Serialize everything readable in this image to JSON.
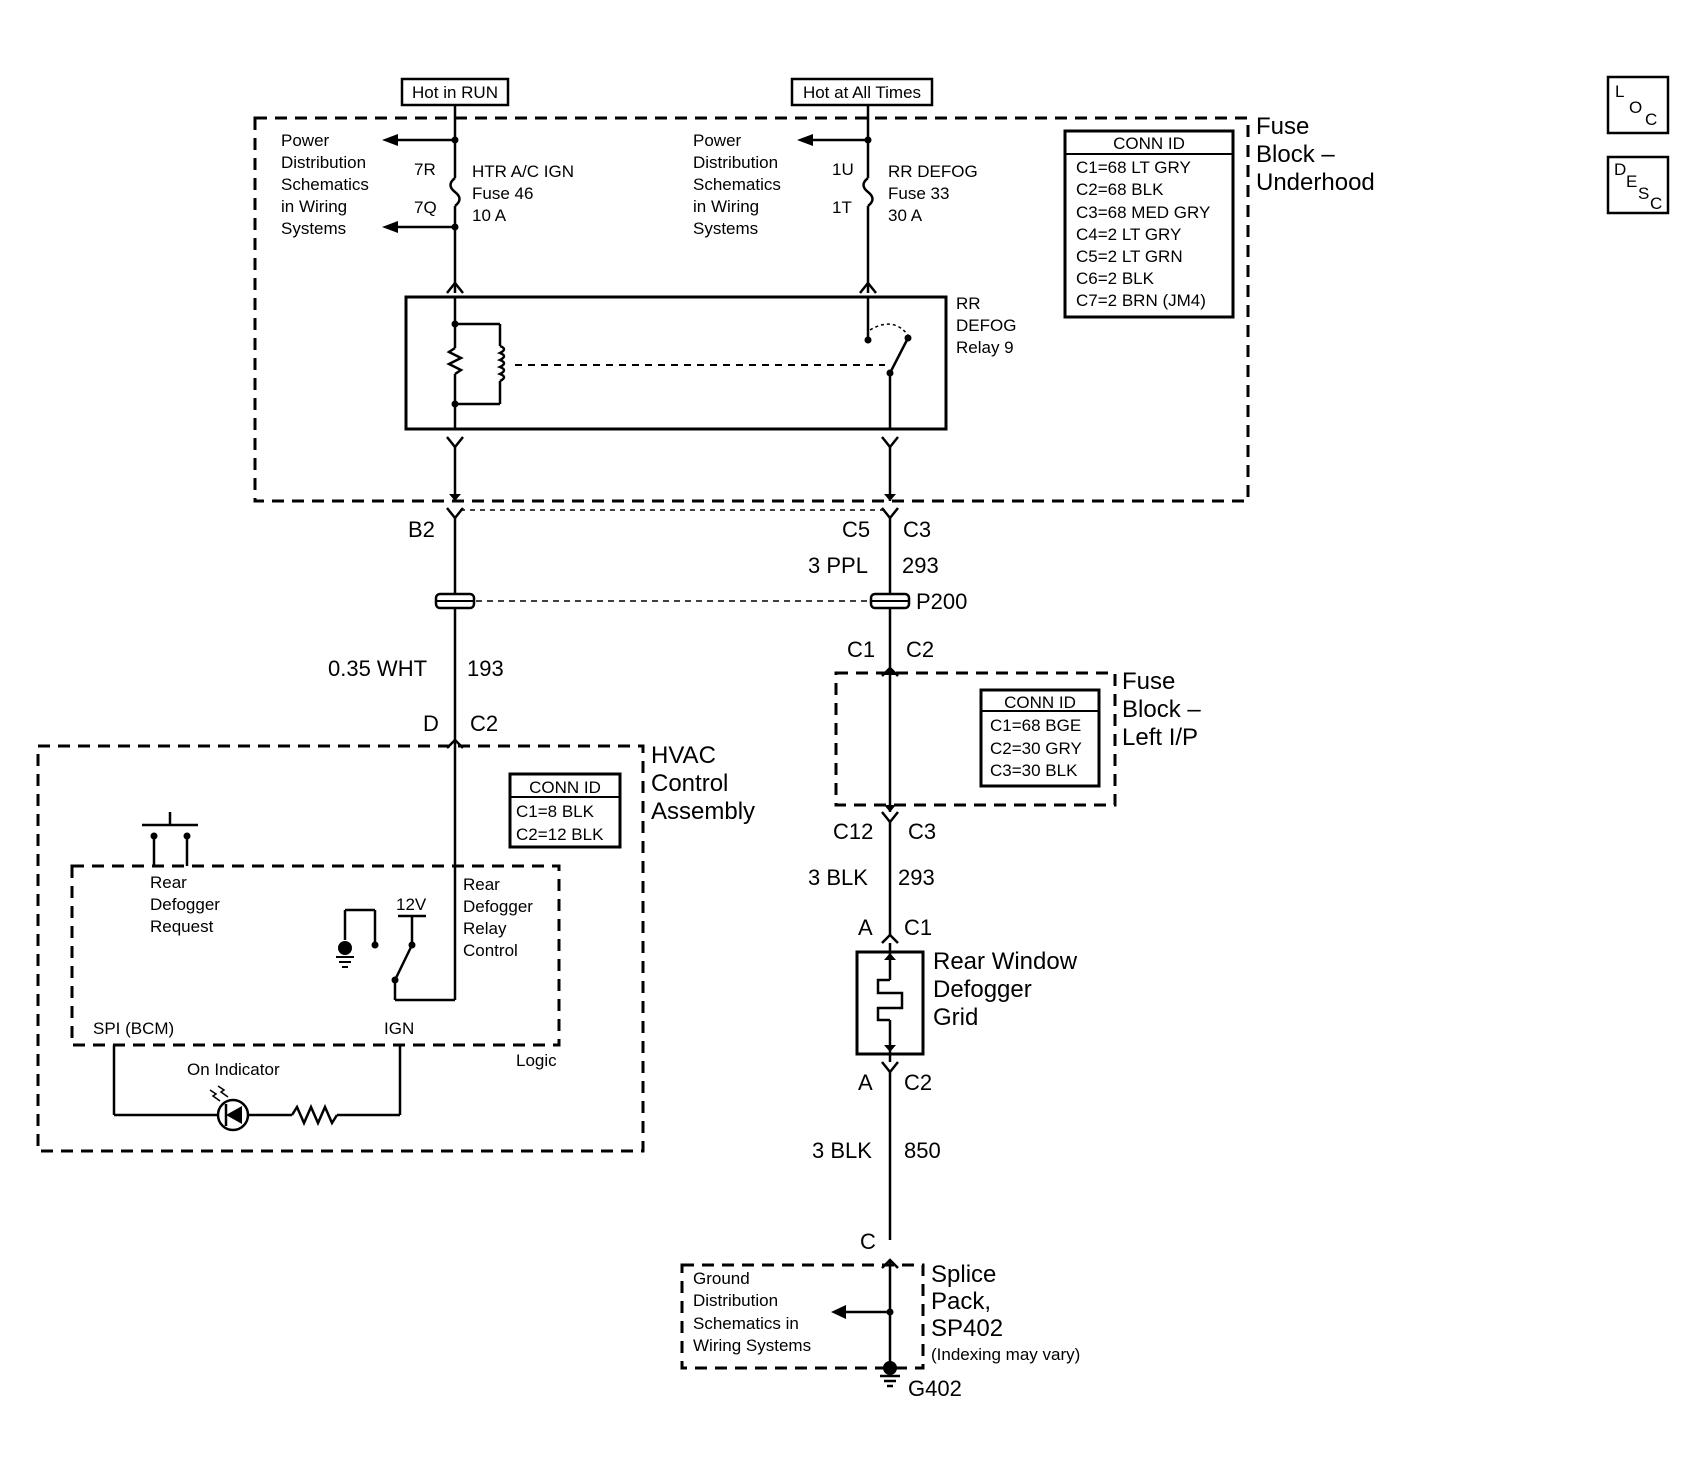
{
  "supply": {
    "hot_run": "Hot in RUN",
    "hot_all": "Hot at All Times"
  },
  "fuse_block_underhood": {
    "title": [
      "Fuse",
      "Block –",
      "Underhood"
    ],
    "conn_id_title": "CONN ID",
    "conn_ids": [
      "C1=68 LT GRY",
      "C2=68 BLK",
      "C3=68 MED GRY",
      "C4=2 LT GRY",
      "C5=2 LT GRN",
      "C6=2 BLK",
      "C7=2 BRN (JM4)"
    ],
    "power_dist_left": [
      "Power",
      "Distribution",
      "Schematics",
      "in Wiring",
      "Systems"
    ],
    "power_dist_right": [
      "Power",
      "Distribution",
      "Schematics",
      "in Wiring",
      "Systems"
    ],
    "fuse46": {
      "pin_top": "7R",
      "pin_bottom": "7Q",
      "name": "HTR A/C IGN",
      "fuse": "Fuse 46",
      "rating": "10 A"
    },
    "fuse33": {
      "pin_top": "1U",
      "pin_bottom": "1T",
      "name": "RR DEFOG",
      "fuse": "Fuse 33",
      "rating": "30 A"
    },
    "relay": [
      "RR",
      "DEFOG",
      "Relay 9"
    ]
  },
  "wires": {
    "b2": "B2",
    "c5": "C5",
    "c3": "C3",
    "w3ppl": "3 PPL",
    "w293a": "293",
    "p200": "P200",
    "c1": "C1",
    "c2": "C2",
    "w035wht": "0.35 WHT",
    "w193": "193",
    "d": "D",
    "c2b": "C2",
    "c12": "C12",
    "c3b": "C3",
    "w3blk": "3 BLK",
    "w293b": "293",
    "a1": "A",
    "c1b": "C1",
    "a2": "A",
    "c2c": "C2",
    "w3blk2": "3 BLK",
    "w850": "850",
    "c": "C",
    "g402": "G402"
  },
  "fuse_block_left": {
    "title": [
      "Fuse",
      "Block –",
      "Left I/P"
    ],
    "conn_id_title": "CONN ID",
    "conn_ids": [
      "C1=68 BGE",
      "C2=30 GRY",
      "C3=30 BLK"
    ]
  },
  "hvac": {
    "title": [
      "HVAC",
      "Control",
      "Assembly"
    ],
    "conn_id_title": "CONN ID",
    "conn_ids": [
      "C1=8 BLK",
      "C2=12 BLK"
    ],
    "rear_defogger_request": [
      "Rear",
      "Defogger",
      "Request"
    ],
    "rear_defogger_relay_control": [
      "Rear",
      "Defogger",
      "Relay",
      "Control"
    ],
    "v12": "12V",
    "spi": "SPI (BCM)",
    "ign": "IGN",
    "logic": "Logic",
    "on_indicator": "On Indicator"
  },
  "grid": [
    "Rear Window",
    "Defogger",
    "Grid"
  ],
  "splice": {
    "title": [
      "Splice",
      "Pack,",
      "SP402"
    ],
    "note": "(Indexing may vary)",
    "ground_dist": [
      "Ground",
      "Distribution",
      "Schematics in",
      "Wiring Systems"
    ]
  },
  "side_icons": {
    "loc": [
      "L",
      "O",
      "C"
    ],
    "desc": [
      "D",
      "E",
      "S",
      "C"
    ]
  }
}
